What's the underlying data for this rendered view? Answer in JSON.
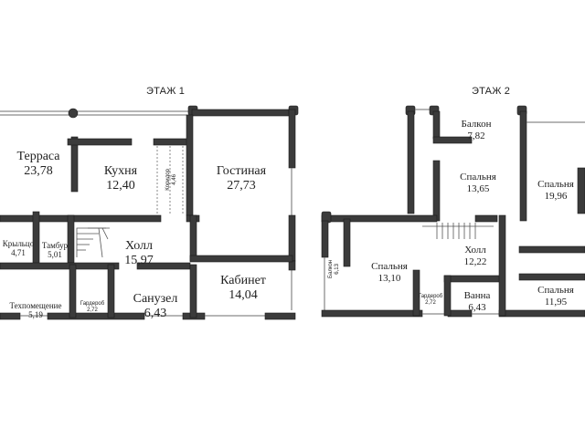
{
  "floors": [
    {
      "title": "ЭТАЖ 1",
      "rooms": [
        {
          "name": "Терраса",
          "area": "23,78"
        },
        {
          "name": "Кухня",
          "area": "12,40"
        },
        {
          "name": "Коридор",
          "area": "4,46"
        },
        {
          "name": "Гостиная",
          "area": "27,73"
        },
        {
          "name": "Крыльцо",
          "area": "4,71"
        },
        {
          "name": "Тамбур",
          "area": "5,01"
        },
        {
          "name": "Холл",
          "area": "15,97"
        },
        {
          "name": "Кабинет",
          "area": "14,04"
        },
        {
          "name": "Техпомещение",
          "area": "5,19"
        },
        {
          "name": "Гардероб",
          "area": "2,72"
        },
        {
          "name": "Санузел",
          "area": "6,43"
        }
      ]
    },
    {
      "title": "ЭТАЖ 2",
      "rooms": [
        {
          "name": "Балкон",
          "area": "7,82"
        },
        {
          "name": "Спальня",
          "area": "13,65"
        },
        {
          "name": "Спальня",
          "area": "19,96"
        },
        {
          "name": "Холл",
          "area": "12,22"
        },
        {
          "name": "Балкон",
          "area": "6,13"
        },
        {
          "name": "Спальня",
          "area": "13,10"
        },
        {
          "name": "Гардероб",
          "area": "2,72"
        },
        {
          "name": "Ванна",
          "area": "6,43"
        },
        {
          "name": "Спальня",
          "area": "11,95"
        }
      ]
    }
  ],
  "colors": {
    "wall": "#3b3b3b",
    "window": "#6e6e6e",
    "background": "#ffffff"
  }
}
